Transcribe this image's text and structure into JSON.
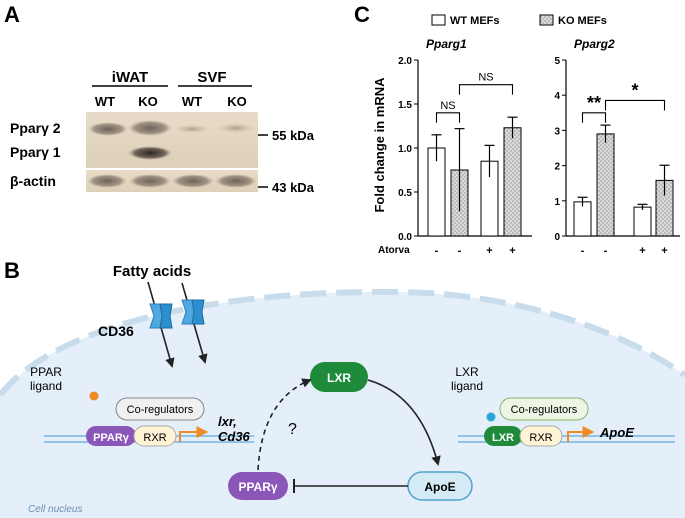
{
  "panel_a": {
    "letter": "A",
    "group_iwat": "iWAT",
    "group_svf": "SVF",
    "lanes": [
      "WT",
      "KO",
      "WT",
      "KO"
    ],
    "band_labels": [
      "Pparγ 2",
      "Pparγ 1",
      "β-actin"
    ],
    "markers": [
      "55 kDa",
      "43 kDa"
    ]
  },
  "panel_b": {
    "letter": "B",
    "fatty_acids": "Fatty acids",
    "cd36": "CD36",
    "ppar_ligand_1": "PPAR",
    "ppar_ligand_2": "ligand",
    "coregulators": "Co-regulators",
    "ppar": "PPARγ",
    "rxr": "RXR",
    "targets_1": "lxr,",
    "targets_2": "Cd36",
    "lxr": "LXR",
    "question": "?",
    "apoe": "ApoE",
    "lxr_ligand_1": "LXR",
    "lxr_ligand_2": "ligand",
    "apoe_gene": "ApoE",
    "nucleus": "Cell nucleus"
  },
  "panel_c": {
    "letter": "C",
    "legend": [
      "WT MEFs",
      "KO MEFs"
    ],
    "ylabel": "Fold change in mRNA",
    "atorva_label": "Atorva",
    "atorva_signs": [
      "-",
      "-",
      "+",
      "+"
    ]
  },
  "chart_data": [
    {
      "type": "bar",
      "title": "Pparg1",
      "ylabel": "Fold change in mRNA",
      "ylim": [
        0,
        2.0
      ],
      "yticks": [
        "0.0",
        "0.5",
        "1.0",
        "1.5",
        "2.0"
      ],
      "categories": [
        "WT -",
        "KO -",
        "WT +",
        "KO +"
      ],
      "values": [
        1.0,
        0.75,
        0.85,
        1.23
      ],
      "errors": [
        0.15,
        0.47,
        0.18,
        0.12
      ],
      "significance": [
        {
          "from": 0,
          "to": 1,
          "label": "NS"
        },
        {
          "from": 1,
          "to": 3,
          "label": "NS"
        }
      ],
      "colors": {
        "wt": "#ffffff",
        "ko": "#d9d9d9"
      }
    },
    {
      "type": "bar",
      "title": "Pparg2",
      "ylim": [
        0,
        5
      ],
      "yticks": [
        "0",
        "1",
        "2",
        "3",
        "4",
        "5"
      ],
      "categories": [
        "WT -",
        "KO -",
        "WT +",
        "KO +"
      ],
      "values": [
        0.97,
        2.9,
        0.82,
        1.58
      ],
      "errors": [
        0.13,
        0.25,
        0.08,
        0.43
      ],
      "significance": [
        {
          "from": 0,
          "to": 1,
          "label": "**"
        },
        {
          "from": 1,
          "to": 3,
          "label": "*"
        }
      ],
      "colors": {
        "wt": "#ffffff",
        "ko": "#d9d9d9"
      }
    }
  ]
}
